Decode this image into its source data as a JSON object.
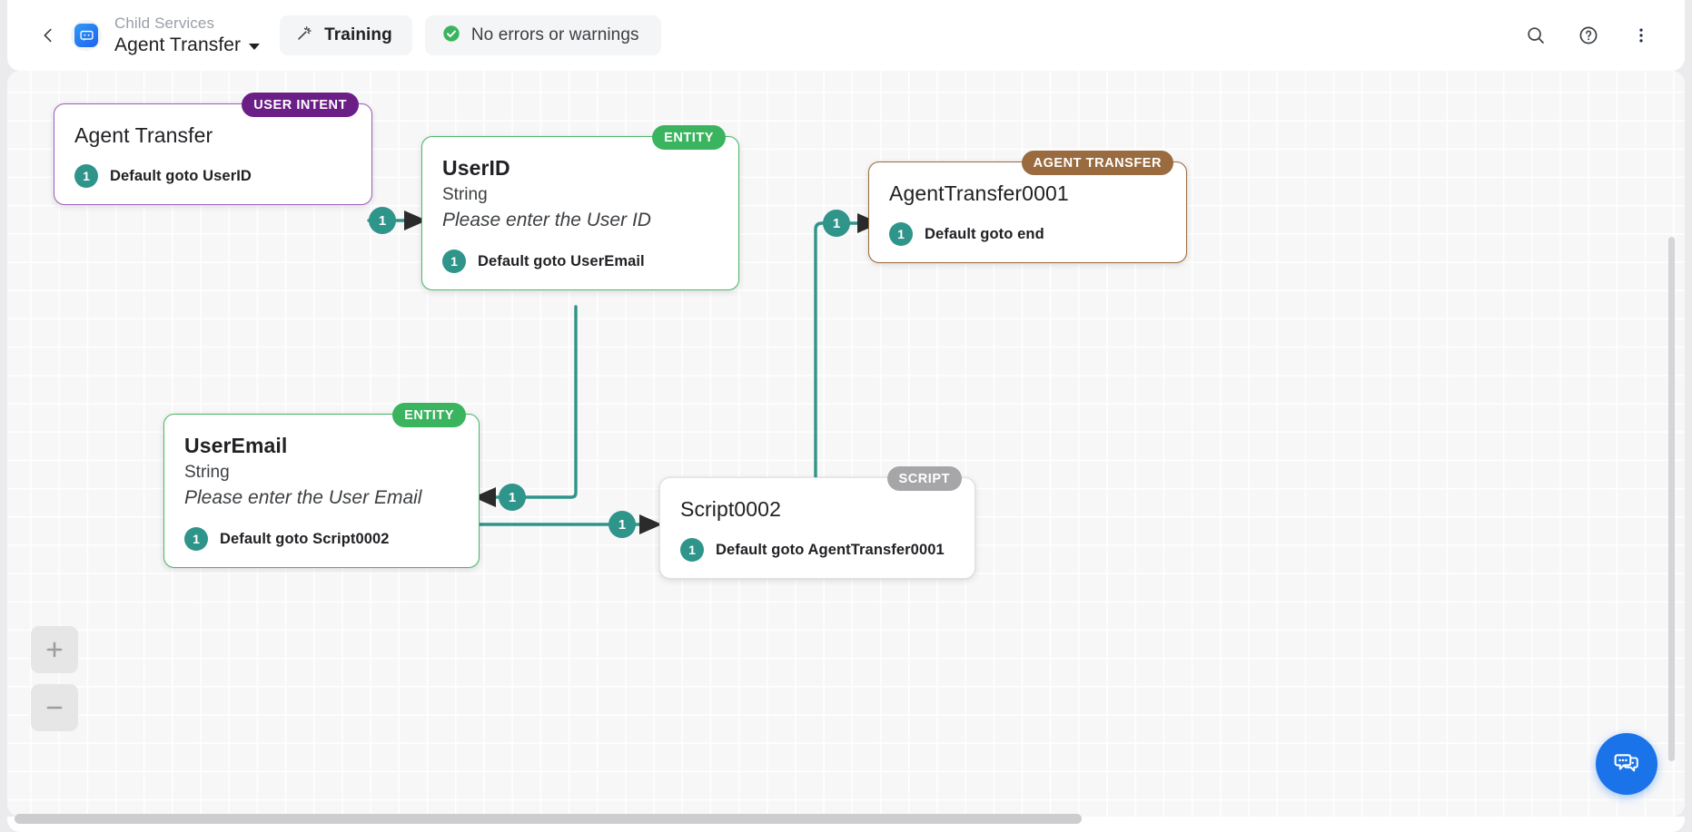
{
  "header": {
    "back_icon": "chevron-left-icon",
    "logo_icon": "chatbot-logo-icon",
    "breadcrumb_parent": "Child Services",
    "title": "Agent Transfer",
    "training": {
      "label": "Training",
      "icon": "magic-wand-icon"
    },
    "status": {
      "label": "No errors or warnings",
      "icon": "check-circle-icon",
      "color": "#3bb45f"
    },
    "search_icon": "search-icon",
    "help_icon": "help-circle-icon",
    "more_icon": "more-vertical-icon"
  },
  "canvas": {
    "accent_edge_color": "#2f9489",
    "grid_background": "#f7f7f8",
    "zoom_in_label": "+",
    "zoom_out_label": "−",
    "chat_fab_icon": "chat-bubbles-icon",
    "chat_fab_color": "#1a73e8"
  },
  "nodes": [
    {
      "id": "agent-transfer",
      "badge": "USER INTENT",
      "badge_color": "#6b1f86",
      "title": "Agent Transfer",
      "type": null,
      "prompt": null,
      "rows": [
        {
          "num": "1",
          "text": "Default goto UserID"
        }
      ]
    },
    {
      "id": "userid",
      "badge": "ENTITY",
      "badge_color": "#3bb45f",
      "title": "UserID",
      "type": "String",
      "prompt": "Please enter the User ID",
      "rows": [
        {
          "num": "1",
          "text": "Default goto UserEmail"
        }
      ]
    },
    {
      "id": "agenttransfer0001",
      "badge": "AGENT TRANSFER",
      "badge_color": "#9a6b3e",
      "title": "AgentTransfer0001",
      "type": null,
      "prompt": null,
      "rows": [
        {
          "num": "1",
          "text": "Default goto end"
        }
      ]
    },
    {
      "id": "useremail",
      "badge": "ENTITY",
      "badge_color": "#3bb45f",
      "title": "UserEmail",
      "type": "String",
      "prompt": "Please enter the User Email",
      "rows": [
        {
          "num": "1",
          "text": "Default goto Script0002"
        }
      ]
    },
    {
      "id": "script0002",
      "badge": "SCRIPT",
      "badge_color": "#a6a6a8",
      "title": "Script0002",
      "type": null,
      "prompt": null,
      "rows": [
        {
          "num": "1",
          "text": "Default goto AgentTransfer0001"
        }
      ]
    }
  ],
  "edge_pills": [
    {
      "id": "pill-agenttransfer-to-userid",
      "label": "1"
    },
    {
      "id": "pill-userid-to-useremail",
      "label": "1"
    },
    {
      "id": "pill-useremail-to-script0002",
      "label": "1"
    },
    {
      "id": "pill-script0002-to-agenttransfer0001",
      "label": "1"
    }
  ]
}
